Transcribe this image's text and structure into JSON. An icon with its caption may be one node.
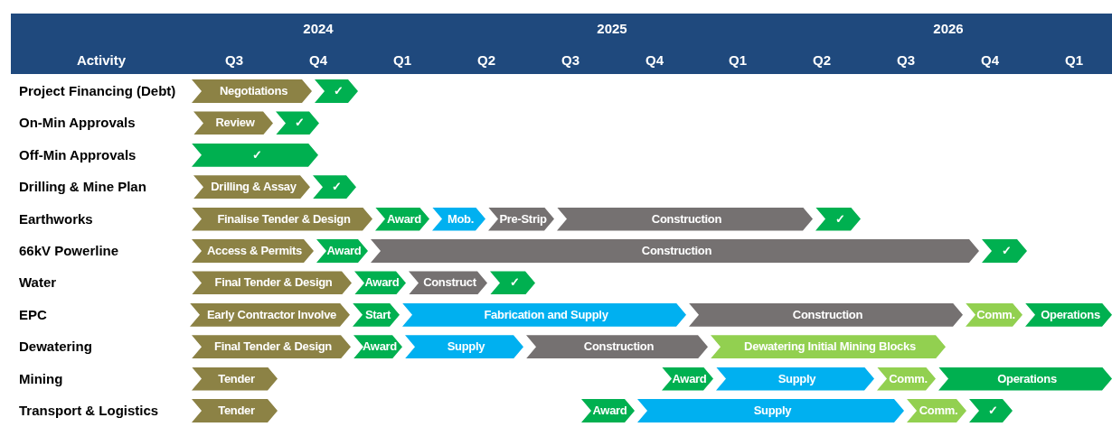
{
  "diagram": {
    "nodes": [
      {
        "text": [
          "Negotiations"
        ]
      },
      {
        "text": [
          "✓"
        ]
      },
      {
        "text": [
          "Review"
        ]
      },
      {
        "text": [
          "✓"
        ]
      },
      {
        "text": [
          "✓"
        ]
      },
      {
        "text": [
          "Drilling & Assay"
        ]
      },
      {
        "text": [
          "✓"
        ]
      },
      {
        "text": [
          "Finalise Tender & Design"
        ]
      },
      {
        "text": [
          "Award"
        ]
      },
      {
        "text": [
          "Mob."
        ]
      },
      {
        "text": [
          "Pre-Strip"
        ]
      },
      {
        "text": [
          "Construction"
        ]
      },
      {
        "text": [
          "✓"
        ]
      },
      {
        "text": [
          "Access & Permits"
        ]
      },
      {
        "text": [
          "Award"
        ]
      },
      {
        "text": [
          "Construction"
        ]
      },
      {
        "text": [
          "✓"
        ]
      },
      {
        "text": [
          "Final Tender & Design"
        ]
      },
      {
        "text": [
          "Award"
        ]
      },
      {
        "text": [
          "Construct"
        ]
      },
      {
        "text": [
          "✓"
        ]
      },
      {
        "text": [
          "Early Contractor Involve"
        ]
      },
      {
        "text": [
          "Start"
        ]
      },
      {
        "text": [
          "Fabrication and Supply"
        ]
      },
      {
        "text": [
          "Construction"
        ]
      },
      {
        "text": [
          "Comm."
        ]
      },
      {
        "text": [
          "Operations"
        ]
      },
      {
        "text": [
          "Final Tender & Design"
        ]
      },
      {
        "text": [
          "Award"
        ]
      },
      {
        "text": [
          "Supply"
        ]
      },
      {
        "text": [
          "Construction"
        ]
      },
      {
        "text": [
          "Dewatering Initial Mining Blocks"
        ]
      },
      {
        "text": [
          "Tender"
        ]
      },
      {
        "text": [
          "Award"
        ]
      },
      {
        "text": [
          "Supply"
        ]
      },
      {
        "text": [
          "Comm."
        ]
      },
      {
        "text": [
          "Operations"
        ]
      },
      {
        "text": [
          "Tender"
        ]
      },
      {
        "text": [
          "Award"
        ]
      },
      {
        "text": [
          "Supply"
        ]
      },
      {
        "text": [
          "Comm."
        ]
      },
      {
        "text": [
          "✓"
        ]
      }
    ],
    "labels": [
      "2024",
      "2025",
      "2026",
      "Activity",
      "Q3",
      "Q4",
      "Q1",
      "Q2",
      "Q3",
      "Q4",
      "Q1",
      "Q2",
      "Q3",
      "Q4",
      "Q1",
      "Project Financing (Debt)",
      "On-Min Approvals",
      "Off-Min Approvals",
      "Drilling & Mine Plan",
      "Earthworks",
      "66kV Powerline",
      "Water",
      "EPC",
      "Dewatering",
      "Mining",
      "Transport & Logistics"
    ]
  }
}
